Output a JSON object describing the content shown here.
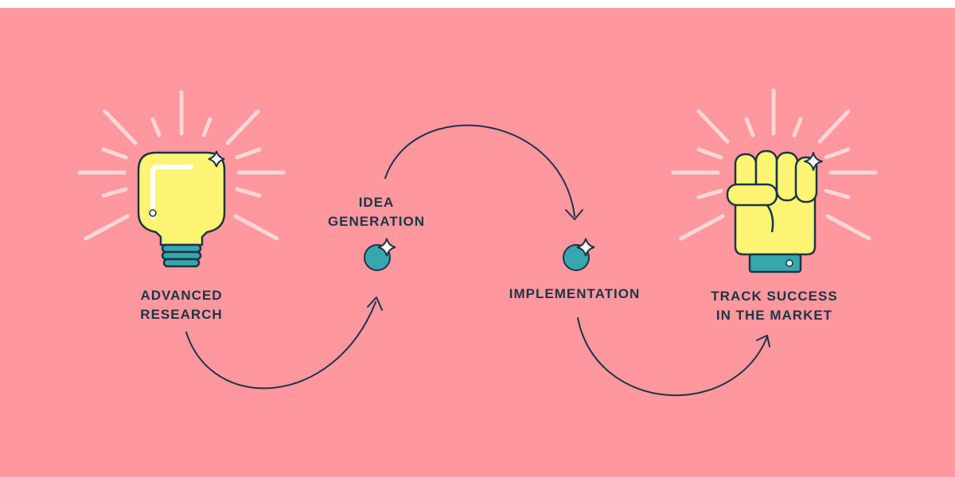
{
  "colors": {
    "background": "#ff979e",
    "ink": "#1c3547",
    "bulb_yellow": "#fdf474",
    "bulb_base": "#37a6ad",
    "ray": "#ffd6d8",
    "dot": "#37a6ad",
    "sparkle": "#ffffff"
  },
  "steps": [
    {
      "line1": "ADVANCED",
      "line2": "RESEARCH",
      "icon": "lightbulb-icon"
    },
    {
      "line1": "IDEA",
      "line2": "GENERATION",
      "icon": "dot-sparkle-icon"
    },
    {
      "line1": "IMPLEMENTATION",
      "line2": "",
      "icon": "dot-sparkle-icon"
    },
    {
      "line1": "TRACK SUCCESS",
      "line2": "IN THE MARKET",
      "icon": "raised-fist-icon"
    }
  ]
}
